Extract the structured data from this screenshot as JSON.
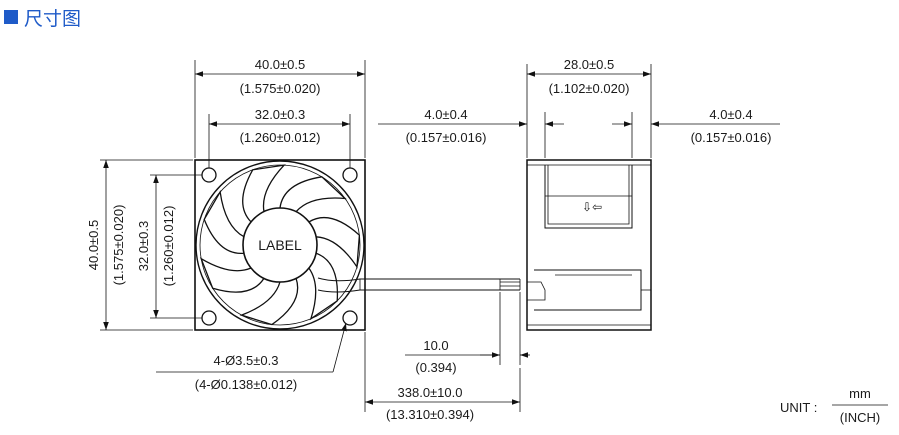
{
  "title": "尺寸图",
  "front_view": {
    "overall_width": "40.0±0.5",
    "overall_width_inch": "(1.575±0.020)",
    "hole_pitch_w": "32.0±0.3",
    "hole_pitch_w_inch": "(1.260±0.012)",
    "overall_height": "40.0±0.5",
    "overall_height_inch": "(1.575±0.020)",
    "hole_pitch_h": "32.0±0.3",
    "hole_pitch_h_inch": "(1.260±0.012)",
    "label": "LABEL",
    "hole_dia": "4-Ø3.5±0.3",
    "hole_dia_inch": "(4-Ø0.138±0.012)"
  },
  "side_view": {
    "depth": "28.0±0.5",
    "depth_inch": "(1.102±0.020)",
    "left_offset": "4.0±0.4",
    "left_offset_inch": "(0.157±0.016)",
    "right_offset": "4.0±0.4",
    "right_offset_inch": "(0.157±0.016)"
  },
  "cable": {
    "strip": "10.0",
    "strip_inch": "(0.394)",
    "length": "338.0±10.0",
    "length_inch": "(13.310±0.394)"
  },
  "unit": {
    "label": "UNIT :",
    "num": "mm",
    "den": "(INCH)"
  }
}
